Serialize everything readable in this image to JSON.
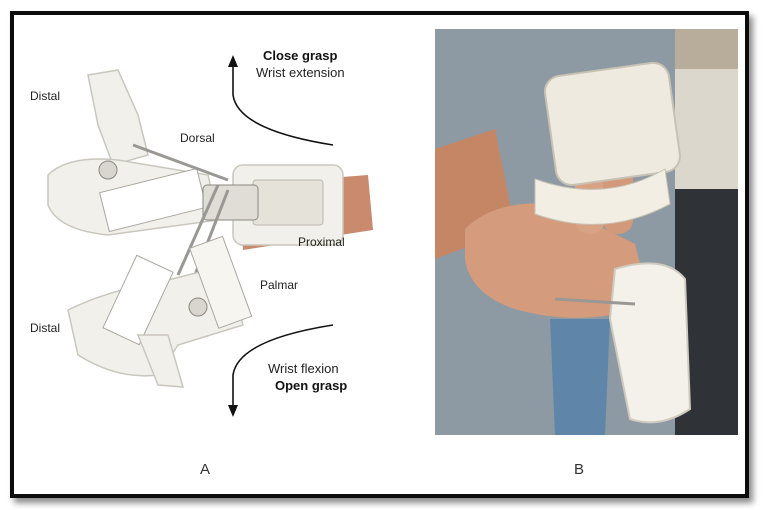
{
  "figure": {
    "panel_a": {
      "letter": "A",
      "labels": {
        "distal_top": "Distal",
        "dorsal": "Dorsal",
        "proximal": "Proximal",
        "palmar": "Palmar",
        "distal_bottom": "Distal"
      },
      "top_arrow": {
        "line1": "Close grasp",
        "line2": "Wrist extension"
      },
      "bottom_arrow": {
        "line1": "Wrist flexion",
        "line2": "Open grasp"
      }
    },
    "panel_b": {
      "letter": "B"
    }
  },
  "colors": {
    "frame": "#0c0c0c",
    "splint": "#f2f0ea",
    "skin": "#c98a6e",
    "shirt": "#8e9aa3",
    "jeans": "#5f86a8",
    "background": "#b8ad9a"
  }
}
